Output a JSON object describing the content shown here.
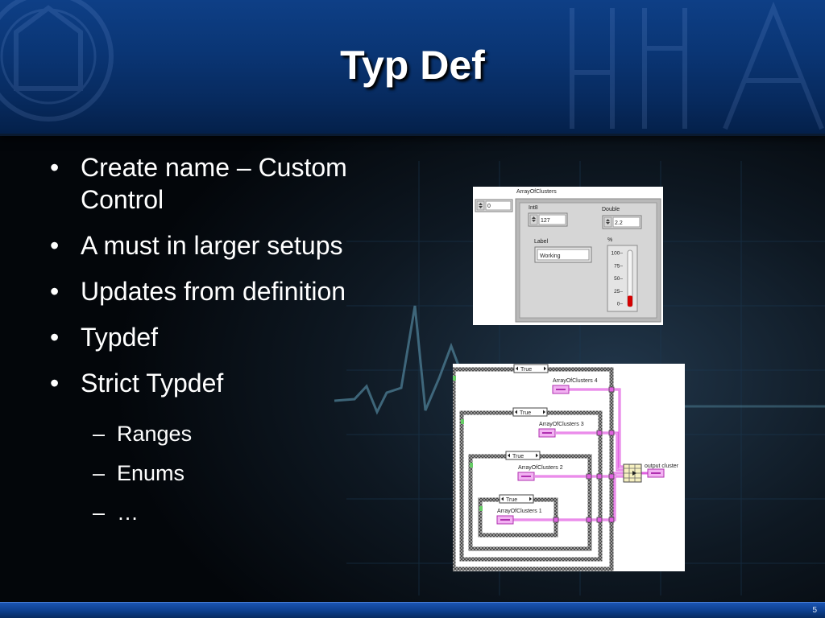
{
  "slide": {
    "title": "Typ Def",
    "page_number": "5"
  },
  "bullets": [
    {
      "text": "Create name – Custom Control"
    },
    {
      "text": "A must in larger setups"
    },
    {
      "text": "Updates from definition"
    },
    {
      "text": "Typdef"
    },
    {
      "text": "Strict Typdef"
    }
  ],
  "sub_bullets": [
    {
      "text": "Ranges"
    },
    {
      "text": "Enums"
    },
    {
      "text": "…"
    }
  ],
  "front_panel": {
    "array_label": "ArrayOfClusters",
    "index_value": "0",
    "int8_label": "Int8",
    "int8_value": "127",
    "double_label": "Double",
    "double_value": "2.2",
    "string_label": "Label",
    "string_value": "Working",
    "percent_label": "%",
    "scale_ticks": [
      "100",
      "75",
      "50",
      "25",
      "0"
    ],
    "percent_value": 15
  },
  "block_diagram": {
    "case_selector": "True",
    "constants": [
      "ArrayOfClusters 4",
      "ArrayOfClusters 3",
      "ArrayOfClusters 2",
      "ArrayOfClusters 1"
    ],
    "output_label": "output cluster"
  },
  "colors": {
    "header_blue": "#0a3574",
    "wire_pink": "#e060e0",
    "thermo_red": "#d40000"
  }
}
